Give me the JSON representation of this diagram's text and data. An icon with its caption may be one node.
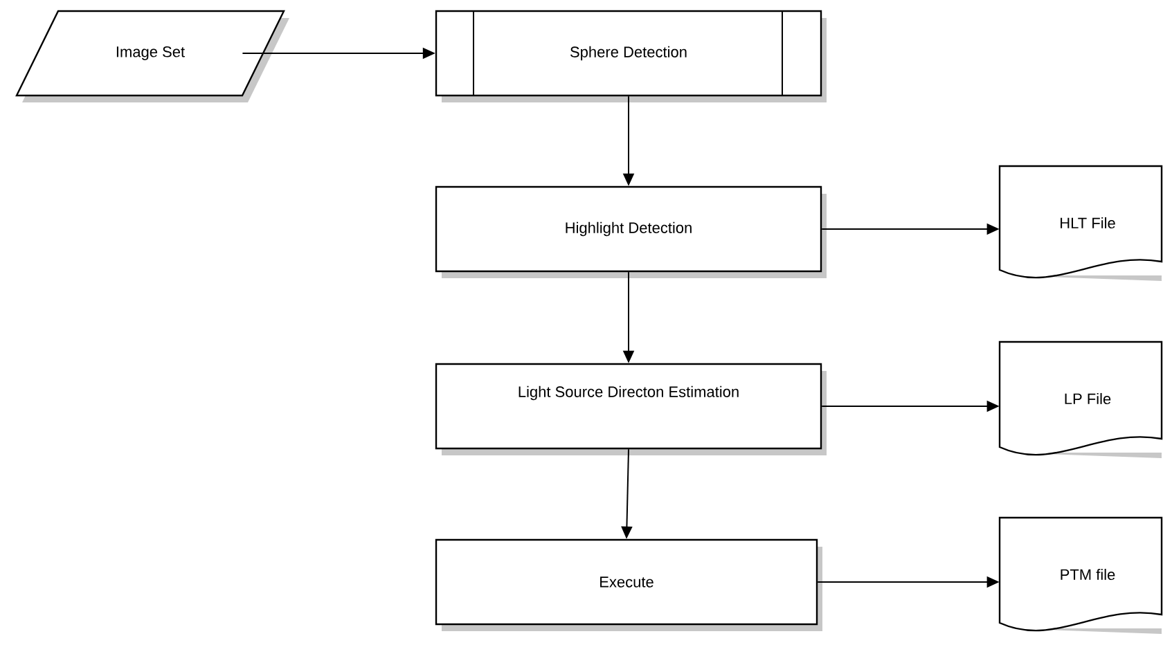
{
  "diagram": {
    "nodes": [
      {
        "text": [
          "Image Set"
        ]
      },
      {
        "text": [
          "Sphere Detection"
        ]
      },
      {
        "text": [
          "Highlight Detection"
        ]
      },
      {
        "text": [
          "Light Source Directon Estimation"
        ]
      },
      {
        "text": [
          "Execute"
        ]
      },
      {
        "text": [
          "HLT File"
        ]
      },
      {
        "text": [
          "LP File"
        ]
      },
      {
        "text": [
          "PTM file"
        ]
      }
    ],
    "edges": [
      {
        "from": 0,
        "to": 1,
        "arrow": "to"
      },
      {
        "from": 1,
        "to": 2,
        "arrow": "to"
      },
      {
        "from": 2,
        "to": 5,
        "arrow": "to"
      },
      {
        "from": 2,
        "to": 3,
        "arrow": "to"
      },
      {
        "from": 3,
        "to": 6,
        "arrow": "to"
      },
      {
        "from": 3,
        "to": 4,
        "arrow": "to"
      },
      {
        "from": 4,
        "to": 7,
        "arrow": "to"
      }
    ]
  }
}
